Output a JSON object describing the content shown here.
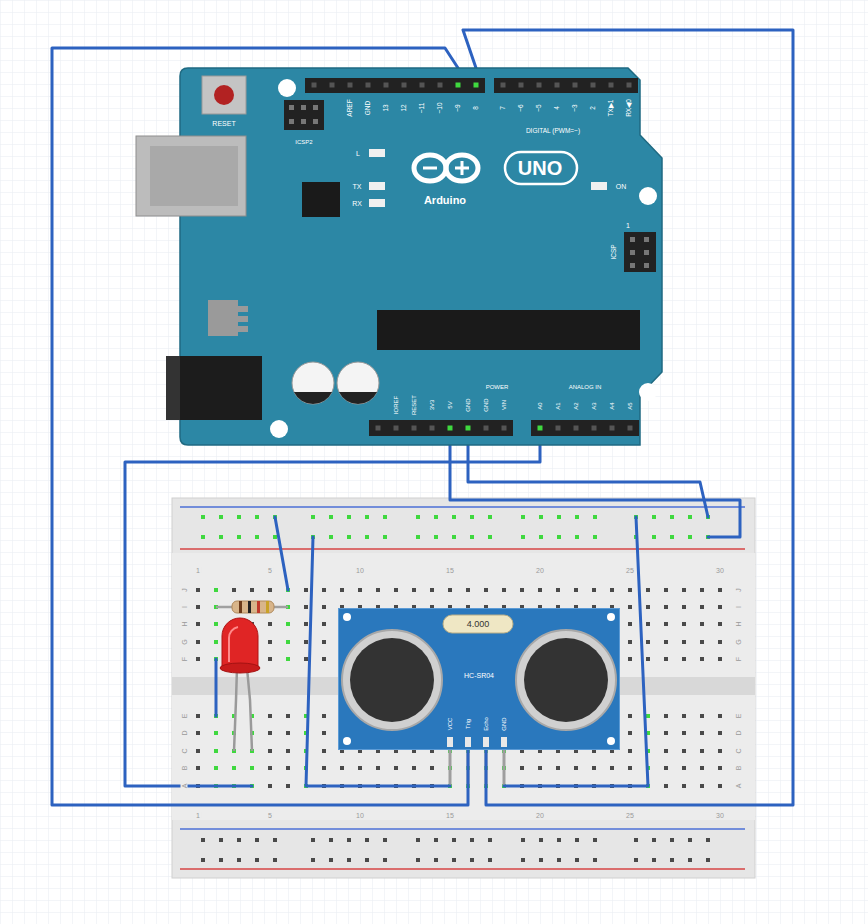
{
  "diagram": {
    "nodes": [
      {
        "text": [
          "Arduino",
          "UNO"
        ]
      },
      {
        "text": [
          "HC-SR04"
        ]
      }
    ],
    "edges": [
      {
        "from": 0,
        "to": 1,
        "arrow": "none"
      },
      {
        "from": 0,
        "to": 1,
        "arrow": "none"
      }
    ],
    "labels": [
      "RESET",
      "ICSP2",
      "AREF",
      "GND",
      "13",
      "12",
      "~11",
      "~10",
      "~9",
      "8",
      "7",
      "~6",
      "~5",
      "4",
      "~3",
      "2",
      "TX▶1",
      "RX◀0",
      "DIGITAL (PWM=~)",
      "L",
      "TX",
      "RX",
      "ON",
      "1",
      "ICSP",
      "IOREF",
      "RESET",
      "3V3",
      "5V",
      "GND",
      "GND",
      "VIN",
      "POWER",
      "ANALOG IN",
      "A0",
      "A1",
      "A2",
      "A3",
      "A4",
      "A5",
      "1",
      "5",
      "10",
      "15",
      "20",
      "25",
      "30",
      "J",
      "I",
      "H",
      "G",
      "F",
      "E",
      "D",
      "C",
      "B",
      "A",
      "J",
      "I",
      "H",
      "G",
      "F",
      "E",
      "D",
      "C",
      "B",
      "A",
      "1",
      "5",
      "10",
      "15",
      "20",
      "25",
      "30",
      "4.000",
      "VCC",
      "Trig",
      "Echo",
      "GND"
    ]
  }
}
